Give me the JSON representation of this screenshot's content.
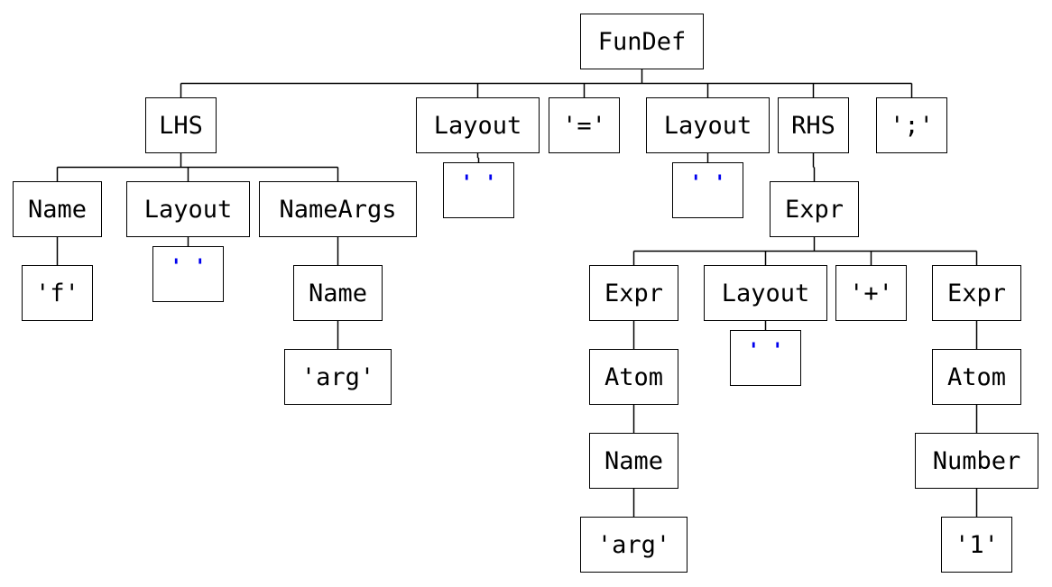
{
  "diagram": {
    "nodes": {
      "fundef": "FunDef",
      "lhs": "LHS",
      "layout1": "Layout",
      "eq": "'='",
      "layout2": "Layout",
      "rhs": "RHS",
      "semi": "';'",
      "name1": "Name",
      "layout3": "Layout",
      "nameargs": "NameArgs",
      "lit_f": "'f'",
      "name2": "Name",
      "lit_arg1": "'arg'",
      "expr1": "Expr",
      "expr2": "Expr",
      "layout4": "Layout",
      "plus": "'+'",
      "expr3": "Expr",
      "atom1": "Atom",
      "atom2": "Atom",
      "name3": "Name",
      "number": "Number",
      "lit_arg2": "'arg'",
      "lit_1": "'1'"
    },
    "layout_value_text": "' '",
    "layout_value_color": "#0000ee",
    "edges": [
      [
        "fundef",
        "lhs"
      ],
      [
        "fundef",
        "layout1"
      ],
      [
        "fundef",
        "eq"
      ],
      [
        "fundef",
        "layout2"
      ],
      [
        "fundef",
        "rhs"
      ],
      [
        "fundef",
        "semi"
      ],
      [
        "lhs",
        "name1"
      ],
      [
        "lhs",
        "layout3"
      ],
      [
        "lhs",
        "nameargs"
      ],
      [
        "name1",
        "lit_f"
      ],
      [
        "layout3",
        "lv3"
      ],
      [
        "nameargs",
        "name2"
      ],
      [
        "name2",
        "lit_arg1"
      ],
      [
        "layout1",
        "lv1"
      ],
      [
        "layout2",
        "lv2"
      ],
      [
        "rhs",
        "expr1"
      ],
      [
        "expr1",
        "expr2"
      ],
      [
        "expr1",
        "layout4"
      ],
      [
        "expr1",
        "plus"
      ],
      [
        "expr1",
        "expr3"
      ],
      [
        "expr2",
        "atom1"
      ],
      [
        "atom1",
        "name3"
      ],
      [
        "name3",
        "lit_arg2"
      ],
      [
        "layout4",
        "lv4"
      ],
      [
        "expr3",
        "atom2"
      ],
      [
        "atom2",
        "number"
      ],
      [
        "number",
        "lit_1"
      ]
    ]
  }
}
